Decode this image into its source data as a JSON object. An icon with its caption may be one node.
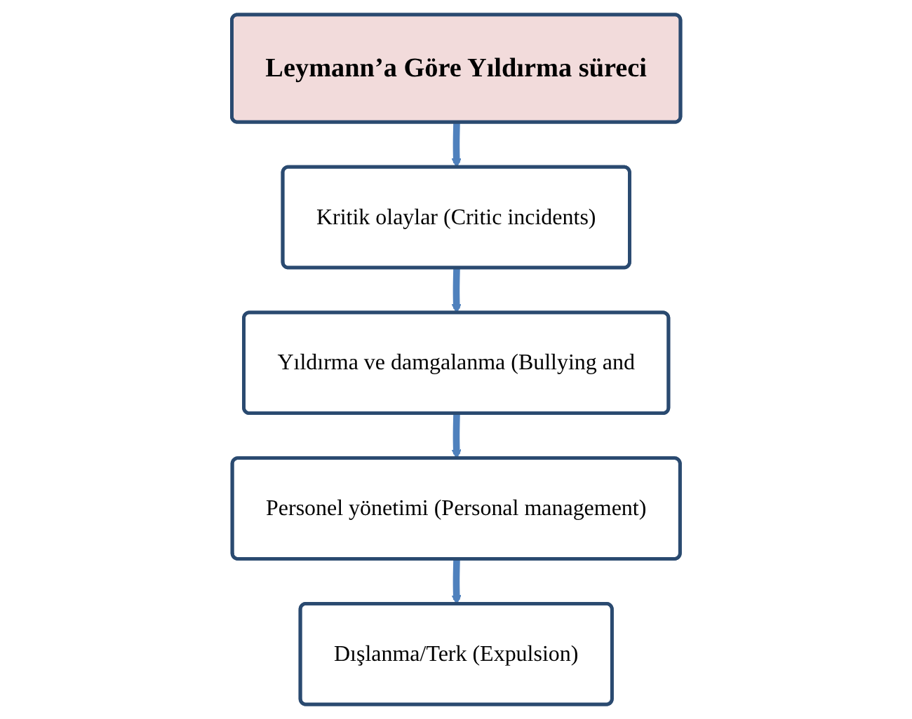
{
  "diagram": {
    "nodes": [
      {
        "text": [
          "Leymann’a Göre Yıldırma süreci"
        ]
      },
      {
        "text": [
          "Kritik olaylar (Critic incidents)"
        ]
      },
      {
        "text": [
          "Yıldırma ve damgalanma (Bullying and"
        ]
      },
      {
        "text": [
          "Personel yönetimi (Personal management)"
        ]
      },
      {
        "text": [
          "Dışlanma/Terk (Expulsion)"
        ]
      }
    ],
    "edges": [
      {
        "from": 0,
        "to": 1,
        "arrow": "to"
      },
      {
        "from": 1,
        "to": 2,
        "arrow": "to"
      },
      {
        "from": 2,
        "to": 3,
        "arrow": "to"
      },
      {
        "from": 3,
        "to": 4,
        "arrow": "to"
      }
    ]
  }
}
